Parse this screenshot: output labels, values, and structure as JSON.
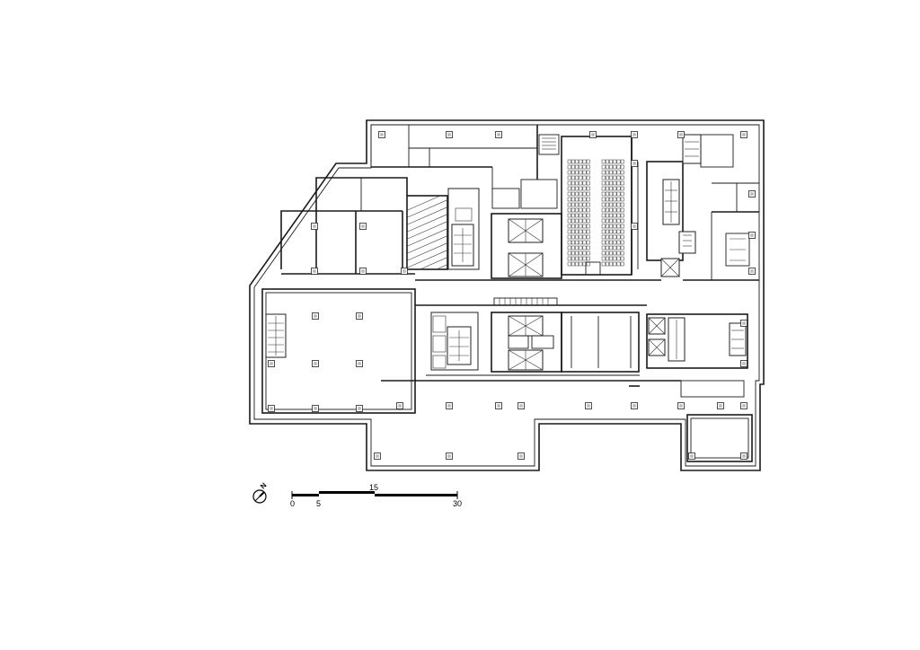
{
  "drawing": {
    "type": "architectural floor plan",
    "colors": {
      "line": "#1a1a1a",
      "background": "#ffffff"
    }
  },
  "north_arrow": {
    "label": "N",
    "icon": "north-arrow-icon"
  },
  "scale_bar": {
    "tick_labels": [
      "0",
      "5",
      "15",
      "30"
    ]
  }
}
